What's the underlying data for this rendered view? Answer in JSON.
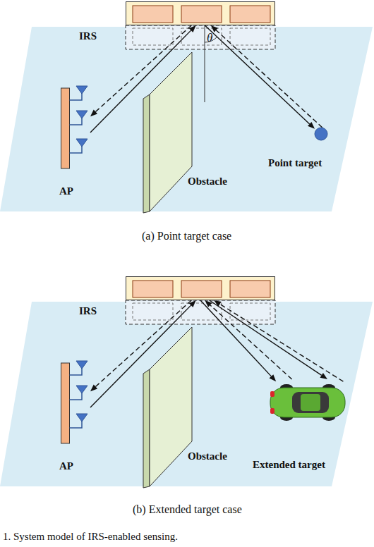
{
  "diagram": {
    "caption": "1. System model of IRS-enabled sensing.",
    "nodes": [
      {
        "text": [
          "IRS"
        ]
      },
      {
        "text": [
          "AP"
        ]
      },
      {
        "text": [
          "Obstacle"
        ]
      },
      {
        "text": [
          "Point target"
        ]
      },
      {
        "text": [
          "IRS"
        ]
      },
      {
        "text": [
          "AP"
        ]
      },
      {
        "text": [
          "Obstacle"
        ]
      },
      {
        "text": [
          "Extended target"
        ]
      }
    ],
    "edges": [
      {
        "from": 1,
        "to": 0,
        "arrow": "to"
      },
      {
        "from": 0,
        "to": 1,
        "arrow": "to"
      },
      {
        "from": 0,
        "to": 3,
        "arrow": "to"
      },
      {
        "from": 3,
        "to": 0,
        "arrow": "to"
      },
      {
        "from": 5,
        "to": 4,
        "arrow": "to"
      },
      {
        "from": 4,
        "to": 5,
        "arrow": "to"
      },
      {
        "from": 4,
        "to": 7,
        "arrow": "to"
      },
      {
        "from": 4,
        "to": 7,
        "arrow": "to"
      },
      {
        "from": 7,
        "to": 4,
        "arrow": "to"
      },
      {
        "from": 7,
        "to": 4,
        "arrow": "to"
      }
    ],
    "labels": [
      "θ",
      "(a) Point target case",
      "(b) Extended target case"
    ]
  }
}
